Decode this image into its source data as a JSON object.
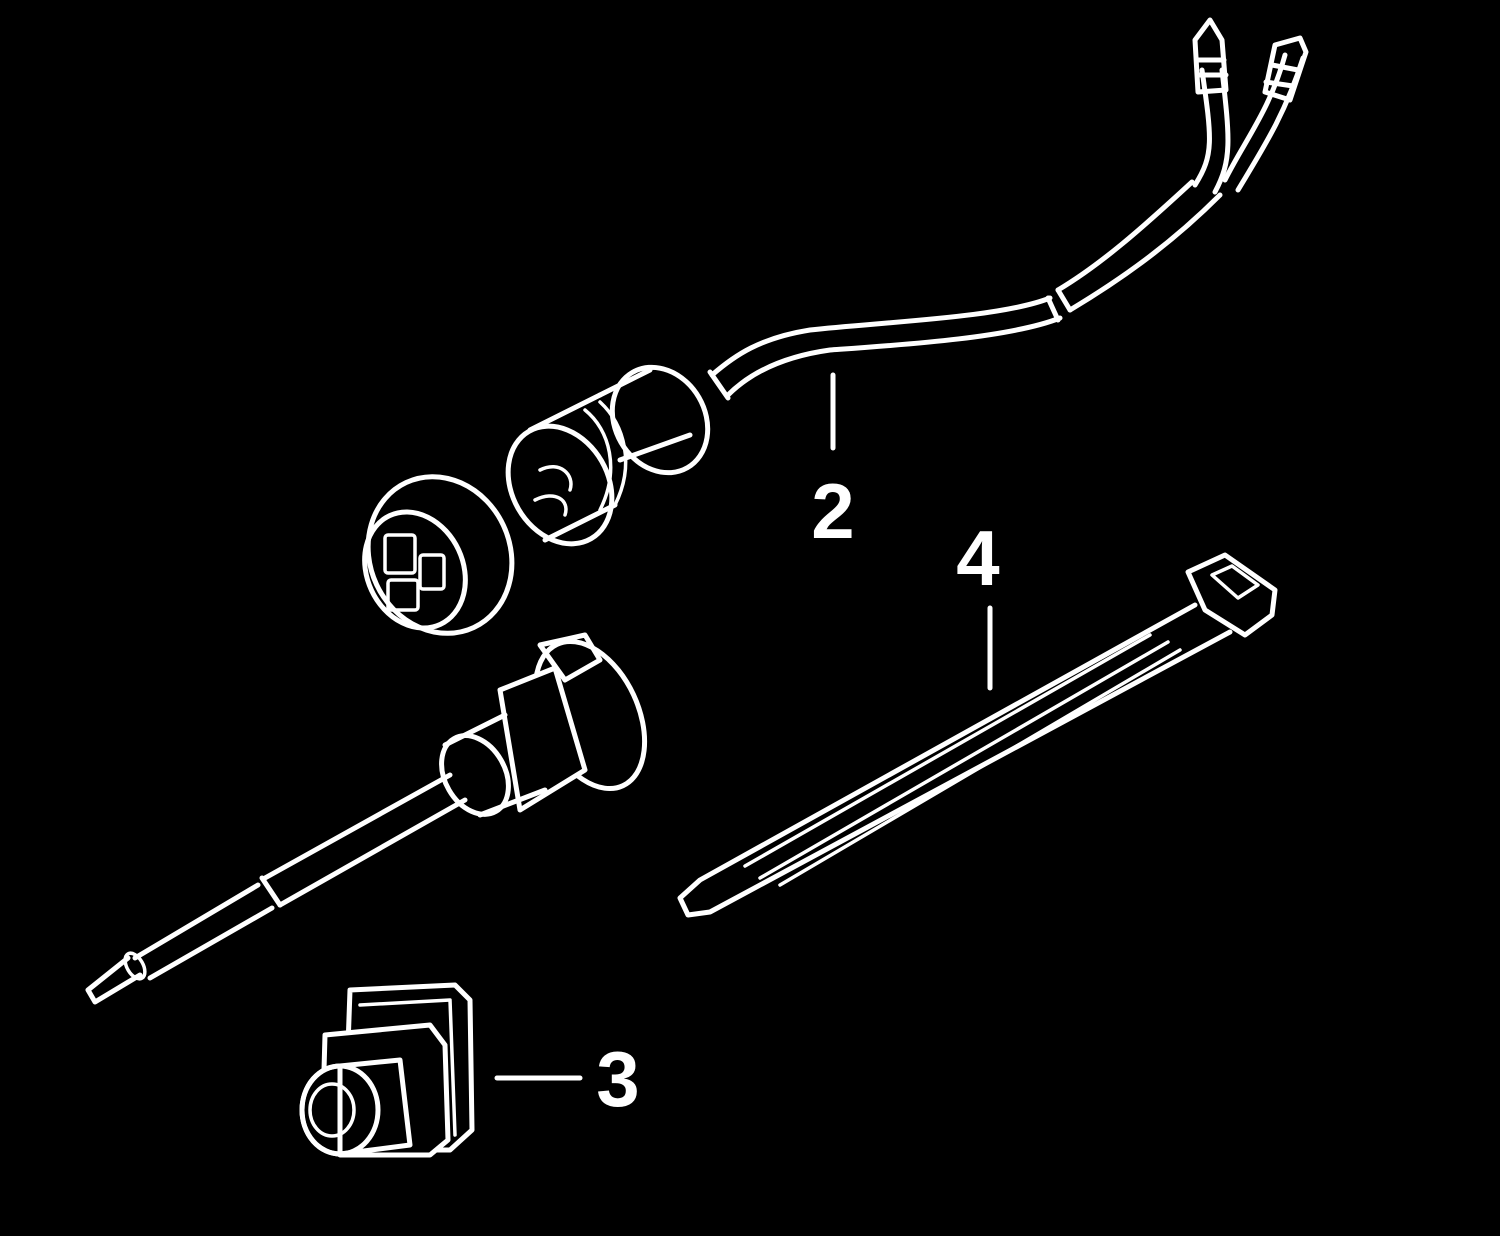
{
  "colors": {
    "background": "#000000",
    "line": "#ffffff"
  },
  "callouts": {
    "c2": {
      "label": "2",
      "part": "connector-harness"
    },
    "c3": {
      "label": "3",
      "part": "rubber-grommet-cap"
    },
    "c4": {
      "label": "4",
      "part": "cable-tie"
    }
  }
}
